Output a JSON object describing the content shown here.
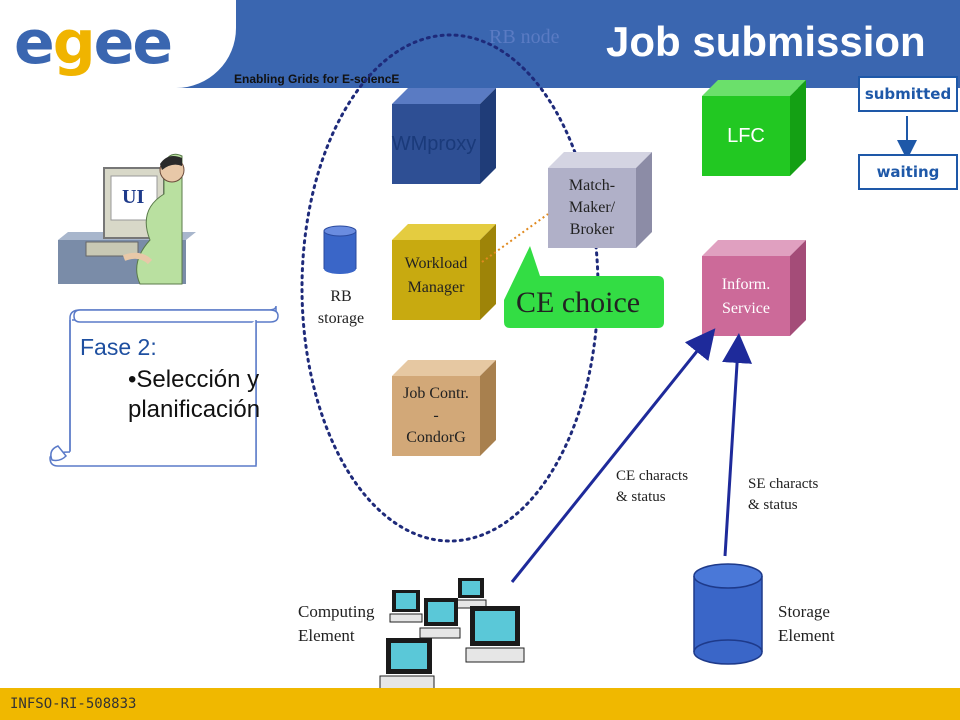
{
  "header": {
    "logo_prefix": "e",
    "logo_accent": "g",
    "logo_suffix": "ee",
    "tagline": "Enabling Grids for E-sciencE",
    "title": "Job submission"
  },
  "rb_node_label": "RB node",
  "components": {
    "wmproxy": "WMproxy",
    "lfc": "LFC",
    "matchmaker": [
      "Match-",
      "Maker/",
      "Broker"
    ],
    "workload_manager": [
      "Workload",
      "Manager"
    ],
    "information_service": [
      "Inform.",
      "Service"
    ],
    "job_controller": [
      "Job Contr.",
      "-",
      "CondorG"
    ],
    "rb_storage": [
      "RB",
      "storage"
    ],
    "ui": "UI"
  },
  "ce_choice": "CE choice",
  "status_flow": {
    "submitted": "submitted",
    "waiting": "waiting"
  },
  "note": {
    "heading": "Fase 2:",
    "bullet_line1": "•Selección y",
    "bullet_line2": "planificación"
  },
  "arrows": {
    "ce_characts": [
      "CE characts",
      "& status"
    ],
    "se_characts": [
      "SE characts",
      "& status"
    ]
  },
  "computing_element": [
    "Computing",
    "Element"
  ],
  "storage_element": [
    "Storage",
    "Element"
  ],
  "footer": "INFSO-RI-508833",
  "colors": {
    "header_blue": "#3a66b0",
    "footer_yellow": "#f0b800",
    "wmproxy": "#2e4f94",
    "lfc": "#22c822",
    "matchmaker": "#b0b0c8",
    "workload": "#c8aa10",
    "infoservice": "#cc6a99",
    "jobcontr": "#d2a878",
    "ce_choice": "#33dd44"
  }
}
